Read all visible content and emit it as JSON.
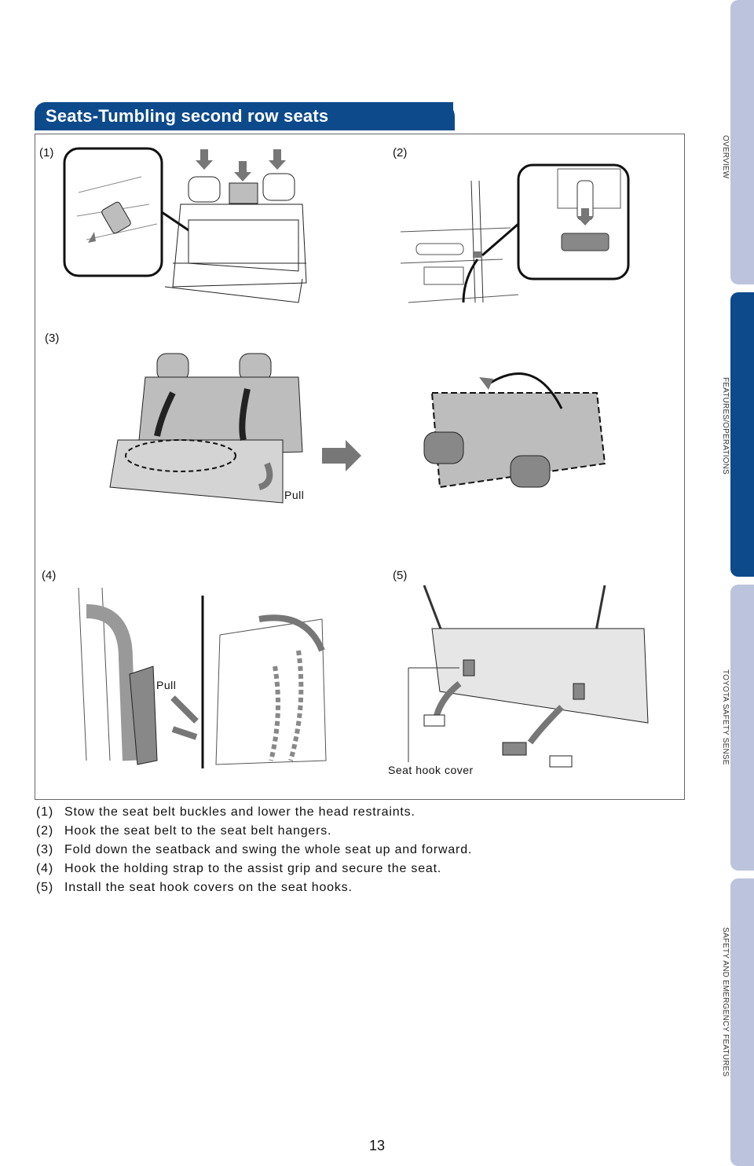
{
  "section": {
    "title": "Seats-Tumbling second row seats"
  },
  "figure": {
    "labels": {
      "s1": "(1)",
      "s2": "(2)",
      "s3": "(3)",
      "s4": "(4)",
      "s5": "(5)"
    },
    "pull_label_3": "Pull",
    "pull_label_4": "Pull",
    "seat_hook_cover": "Seat hook cover"
  },
  "steps": [
    {
      "num": "(1)",
      "text": "Stow the seat belt buckles and lower the head restraints."
    },
    {
      "num": "(2)",
      "text": "Hook the seat belt to the seat belt hangers."
    },
    {
      "num": "(3)",
      "text": "Fold down the seatback and swing the whole seat up and forward."
    },
    {
      "num": "(4)",
      "text": "Hook the holding strap to the assist grip and secure the seat."
    },
    {
      "num": "(5)",
      "text": "Install the seat hook covers on the seat hooks."
    }
  ],
  "page_number": "13",
  "side_nav": [
    {
      "label": "OVERVIEW",
      "active": false
    },
    {
      "label": "FEATURES/OPERATIONS",
      "active": true
    },
    {
      "label": "TOYOTA SAFETY SENSE",
      "active": false
    },
    {
      "label": "SAFETY AND EMERGENCY FEATURES",
      "active": false
    }
  ],
  "colors": {
    "accent": "#0d4a8c",
    "tab_inactive": "#bcc3dc",
    "illustration_gray": "#bdbdbd"
  }
}
